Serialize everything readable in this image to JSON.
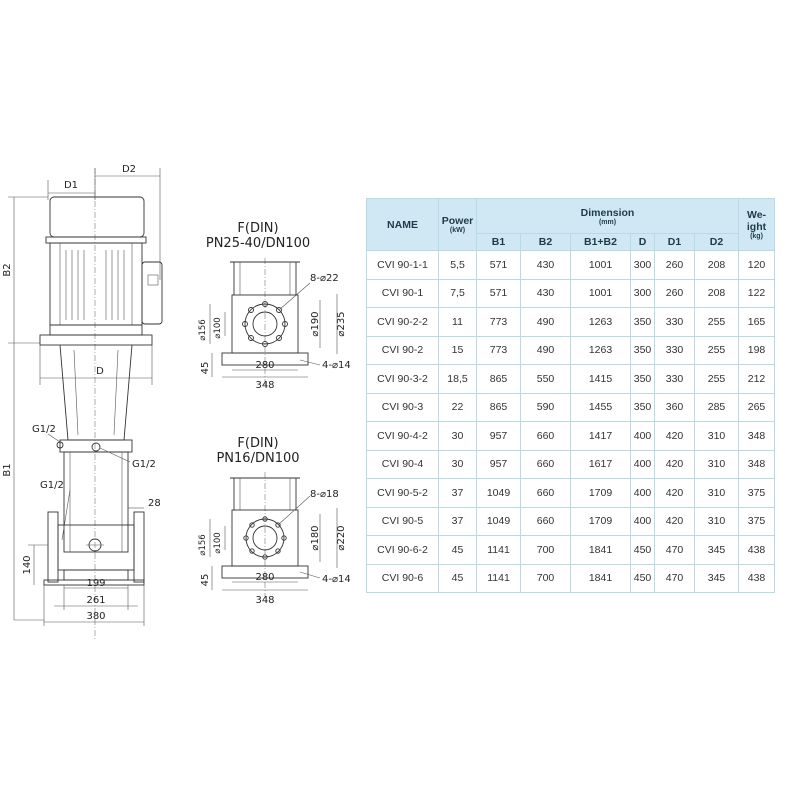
{
  "drawing": {
    "pump_labels": {
      "d1": "D1",
      "d2": "D2",
      "b2": "B2",
      "b1": "B1",
      "d": "D",
      "g_left_top": "G1/2",
      "g_right": "G1/2",
      "g_left_bottom": "G1/2",
      "dim_28": "28",
      "dim_140": "140",
      "dim_199": "199",
      "dim_261": "261",
      "dim_380": "380"
    },
    "flange_top": {
      "title_line1": "F(DIN)",
      "title_line2": "PN25-40/DN100",
      "bolt": "8-⌀22",
      "d156": "⌀156",
      "d100": "⌀100",
      "d190": "⌀190",
      "d235": "⌀235",
      "d45": "45",
      "d280": "280",
      "d348": "348",
      "holes": "4-⌀14"
    },
    "flange_bottom": {
      "title_line1": "F(DIN)",
      "title_line2": "PN16/DN100",
      "bolt": "8-⌀18",
      "d156": "⌀156",
      "d100": "⌀100",
      "d180": "⌀180",
      "d220": "⌀220",
      "d45": "45",
      "d280": "280",
      "d348": "348",
      "holes": "4-⌀14"
    }
  },
  "table": {
    "header": {
      "name": "NAME",
      "power": "Power",
      "power_unit": "(kW)",
      "dimension": "Dimension",
      "dimension_unit": "(mm)",
      "weight_l1": "We-",
      "weight_l2": "ight",
      "weight_unit": "(kg)",
      "b1": "B1",
      "b2": "B2",
      "b1b2": "B1+B2",
      "d": "D",
      "d1": "D1",
      "d2": "D2"
    },
    "rows": [
      [
        "CVI 90-1-1",
        "5,5",
        "571",
        "430",
        "1001",
        "300",
        "260",
        "208",
        "120"
      ],
      [
        "CVI 90-1",
        "7,5",
        "571",
        "430",
        "1001",
        "300",
        "260",
        "208",
        "122"
      ],
      [
        "CVI 90-2-2",
        "11",
        "773",
        "490",
        "1263",
        "350",
        "330",
        "255",
        "165"
      ],
      [
        "CVI 90-2",
        "15",
        "773",
        "490",
        "1263",
        "350",
        "330",
        "255",
        "198"
      ],
      [
        "CVI 90-3-2",
        "18,5",
        "865",
        "550",
        "1415",
        "350",
        "330",
        "255",
        "212"
      ],
      [
        "CVI 90-3",
        "22",
        "865",
        "590",
        "1455",
        "350",
        "360",
        "285",
        "265"
      ],
      [
        "CVI 90-4-2",
        "30",
        "957",
        "660",
        "1417",
        "400",
        "420",
        "310",
        "348"
      ],
      [
        "CVI 90-4",
        "30",
        "957",
        "660",
        "1617",
        "400",
        "420",
        "310",
        "348"
      ],
      [
        "CVI 90-5-2",
        "37",
        "1049",
        "660",
        "1709",
        "400",
        "420",
        "310",
        "375"
      ],
      [
        "CVI 90-5",
        "37",
        "1049",
        "660",
        "1709",
        "400",
        "420",
        "310",
        "375"
      ],
      [
        "CVI 90-6-2",
        "45",
        "1141",
        "700",
        "1841",
        "450",
        "470",
        "345",
        "438"
      ],
      [
        "CVI 90-6",
        "45",
        "1141",
        "700",
        "1841",
        "450",
        "470",
        "345",
        "438"
      ]
    ]
  }
}
